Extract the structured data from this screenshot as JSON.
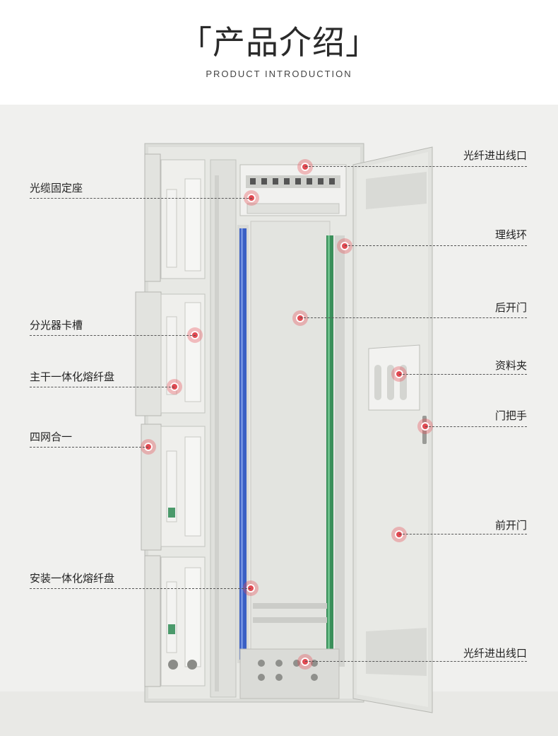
{
  "header": {
    "title": "「产品介绍」",
    "subtitle": "PRODUCT INTRODUCTION"
  },
  "colors": {
    "accent": "#e14a52",
    "cabinet": "#e4e5e1",
    "adapter_blue": "#3a5fc4",
    "adapter_green": "#3a8f5a"
  },
  "labels": {
    "left": [
      "光缆固定座",
      "分光器卡槽",
      "主干一体化熔纤盘",
      "四网合一",
      "安装一体化熔纤盘"
    ],
    "right": [
      "光纤进出线口",
      "理线环",
      "后开门",
      "资料夹",
      "门把手",
      "前开门",
      "光纤进出线口"
    ]
  }
}
